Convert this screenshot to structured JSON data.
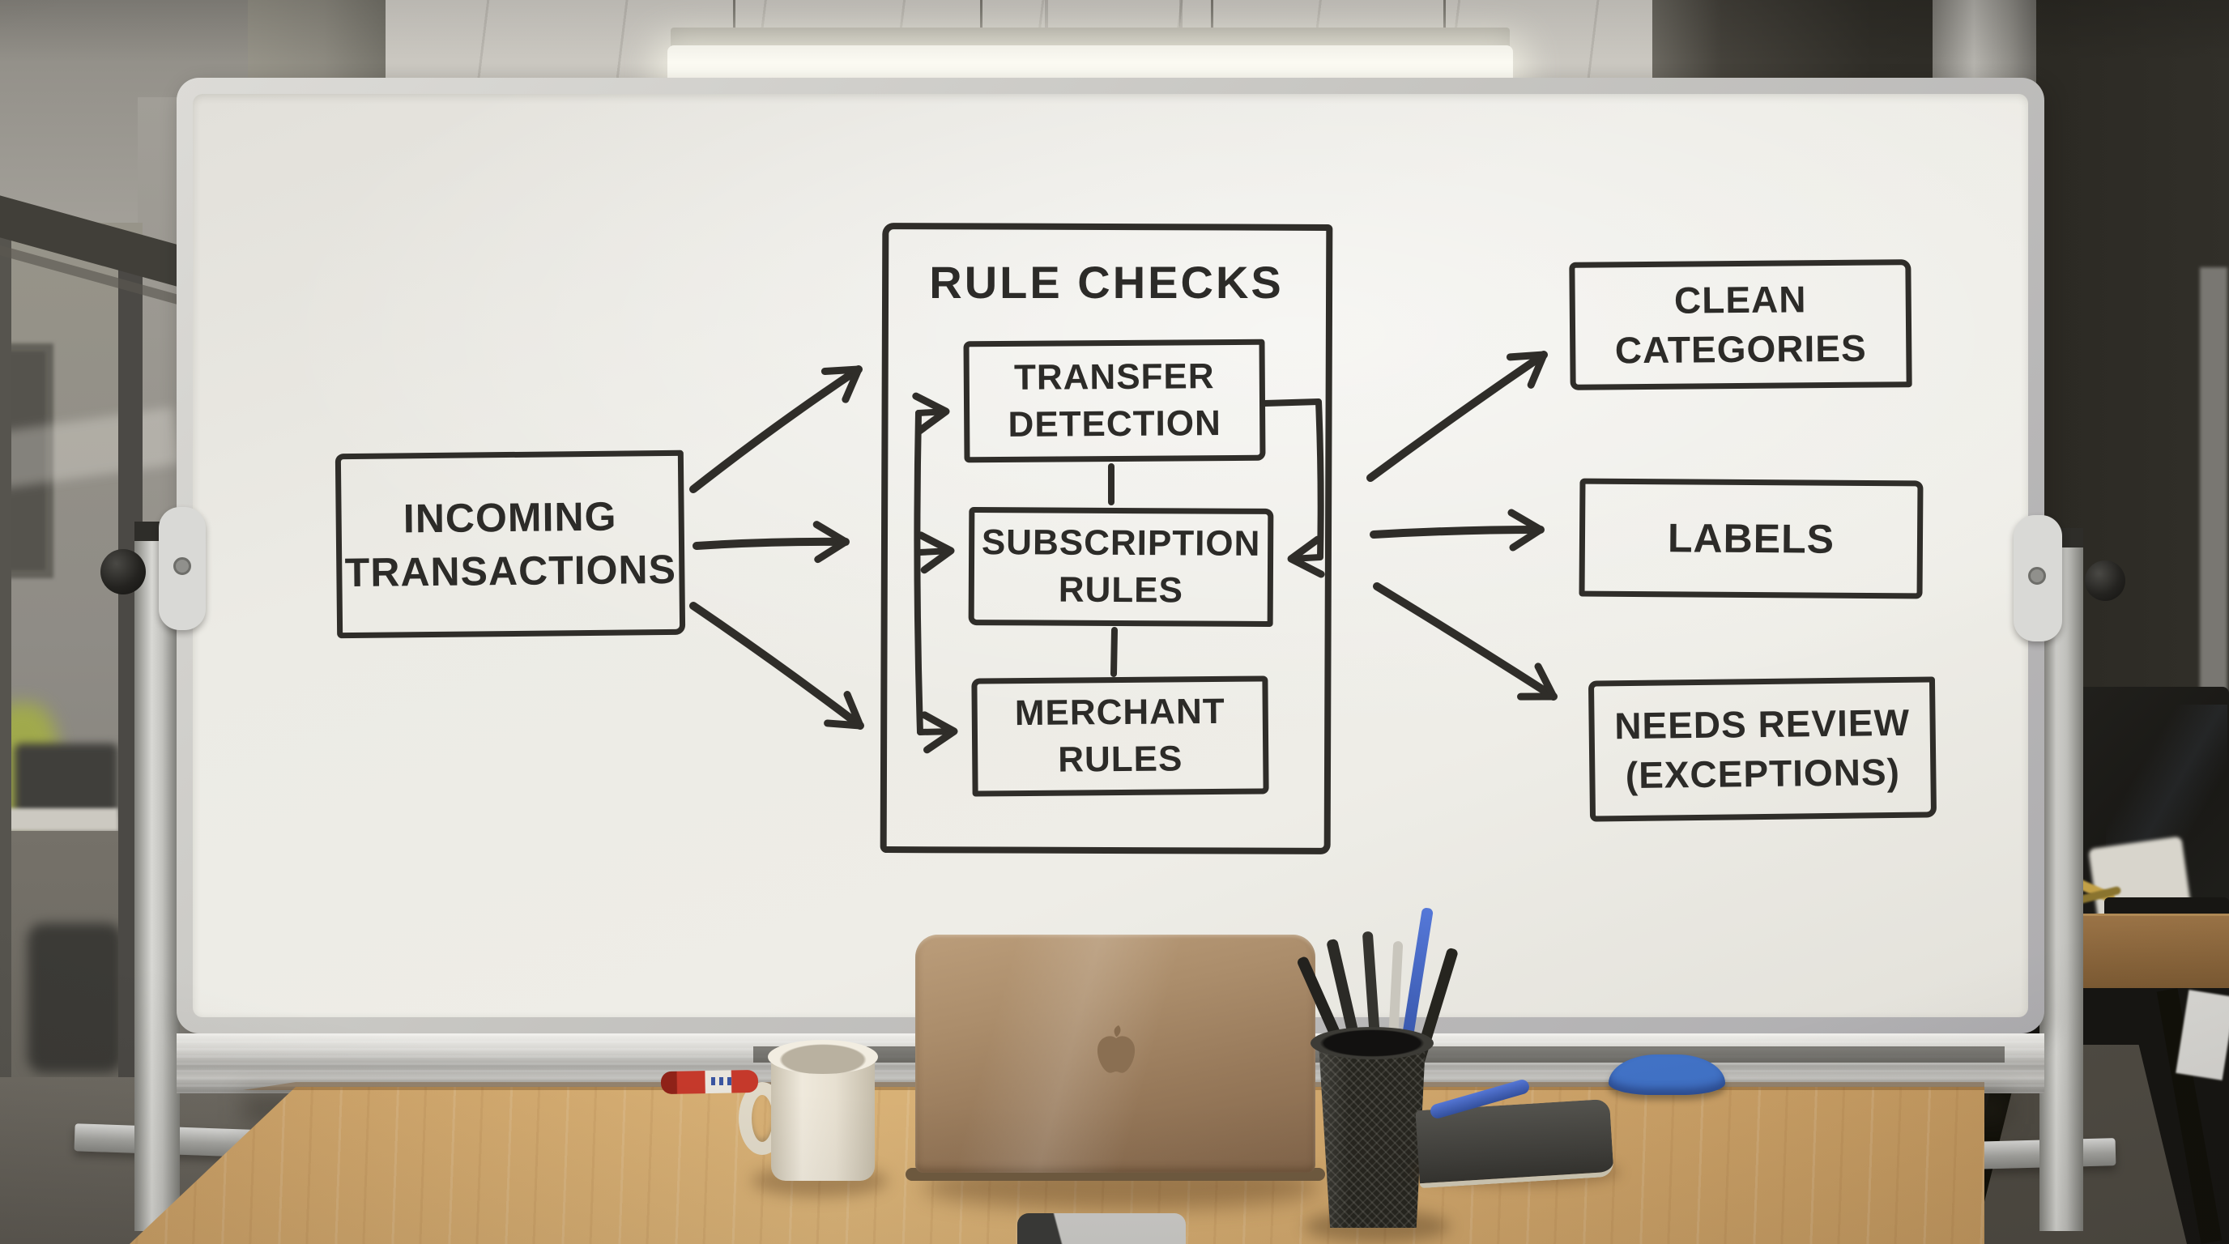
{
  "diagram": {
    "input": {
      "line1": "INCOMING",
      "line2": "TRANSACTIONS"
    },
    "container_title": "RULE CHECKS",
    "rules": [
      {
        "line1": "TRANSFER",
        "line2": "DETECTION"
      },
      {
        "line1": "SUBSCRIPTION",
        "line2": "RULES"
      },
      {
        "line1": "MERCHANT",
        "line2": "RULES"
      }
    ],
    "outputs": [
      {
        "line1": "CLEAN",
        "line2": "CATEGORIES"
      },
      {
        "line1": "LABELS",
        "line2": ""
      },
      {
        "line1": "NEEDS REVIEW",
        "line2": "(EXCEPTIONS)"
      }
    ],
    "connections": [
      {
        "from": "INCOMING TRANSACTIONS",
        "to": "RULE CHECKS"
      },
      {
        "from": "TRANSFER DETECTION",
        "to": "SUBSCRIPTION RULES"
      },
      {
        "from": "SUBSCRIPTION RULES",
        "to": "MERCHANT RULES"
      },
      {
        "from": "RULE CHECKS",
        "to": "CLEAN CATEGORIES"
      },
      {
        "from": "RULE CHECKS",
        "to": "LABELS"
      },
      {
        "from": "RULE CHECKS",
        "to": "NEEDS REVIEW (EXCEPTIONS)"
      }
    ],
    "ink_color": "#2f2d29"
  },
  "scene": {
    "setting": "office whiteboard on rolling stand with desk in front",
    "objects": [
      "whiteboard",
      "whiteboard-stand",
      "marker-tray",
      "red-marker",
      "blue-eraser",
      "gold-laptop",
      "apple-logo",
      "coffee-mug",
      "pen-cup",
      "pens",
      "blue-pen",
      "notebook",
      "phone",
      "wood-desk",
      "ceiling-light",
      "glass-partition",
      "concrete-column",
      "background-monitor",
      "background-desk"
    ],
    "colors": {
      "whiteboard_surface": "#ecebe5",
      "frame_aluminum": "#c9c8c4",
      "ink": "#2f2d29",
      "desk_wood": "#cda069",
      "laptop_gold": "#a58a68",
      "mug_ivory": "#e9e3d4",
      "eraser_blue": "#4172c6",
      "marker_red": "#c5392b",
      "pen_blue": "#3f62c6",
      "dark_wall": "#2f2d27",
      "floor": "#6f6b63"
    }
  }
}
